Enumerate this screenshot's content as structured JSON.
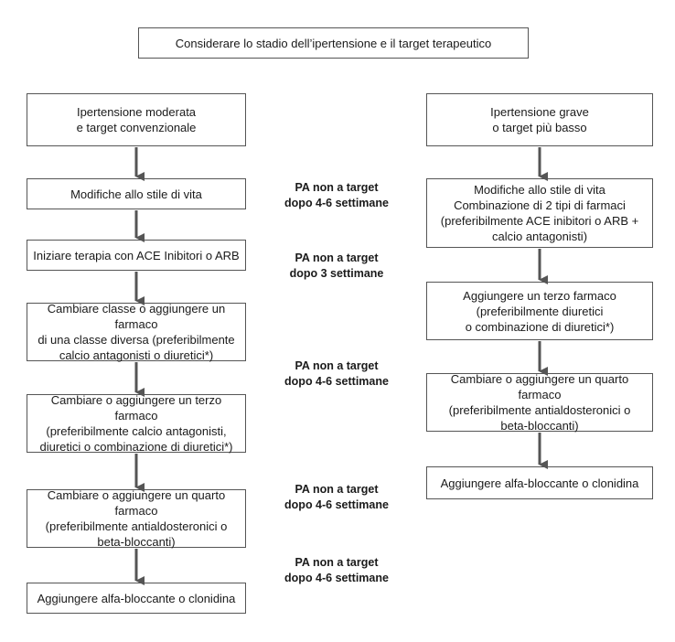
{
  "top_box": "Considerare lo stadio dell’ipertensione e il target terapeutico",
  "left_column": [
    "Ipertensione moderata\ne target convenzionale",
    "Modifiche allo stile di vita",
    "Iniziare terapia con ACE Inibitori o ARB",
    "Cambiare classe o aggiungere un farmaco\ndi una classe diversa (preferibilmente\ncalcio antagonisti o diuretici*)",
    "Cambiare o aggiungere un terzo farmaco\n(preferibilmente calcio antagonisti,\ndiuretici o combinazione di diuretici*)",
    "Cambiare o aggiungere un quarto farmaco\n(preferibilmente antialdosteronici o\nbeta-bloccanti)",
    "Aggiungere alfa-bloccante o clonidina"
  ],
  "right_column": [
    "Ipertensione grave\no target più basso",
    "Modifiche allo stile di vita\nCombinazione di 2 tipi di farmaci\n(preferibilmente ACE inibitori o ARB +\ncalcio antagonisti)",
    "Aggiungere un terzo farmaco\n(preferibilmente diuretici\no combinazione di diuretici*)",
    "Cambiare o aggiungere un quarto farmaco\n(preferibilmente antialdosteronici o\nbeta-bloccanti)",
    "Aggiungere alfa-bloccante o clonidina"
  ],
  "notes": [
    "PA non a target\ndopo 4-6 settimane",
    "PA non a target\ndopo 3 settimane",
    "PA non a target\ndopo 4-6 settimane",
    "PA non a target\ndopo 4-6 settimane",
    "PA non a target\ndopo 4-6 settimane"
  ]
}
